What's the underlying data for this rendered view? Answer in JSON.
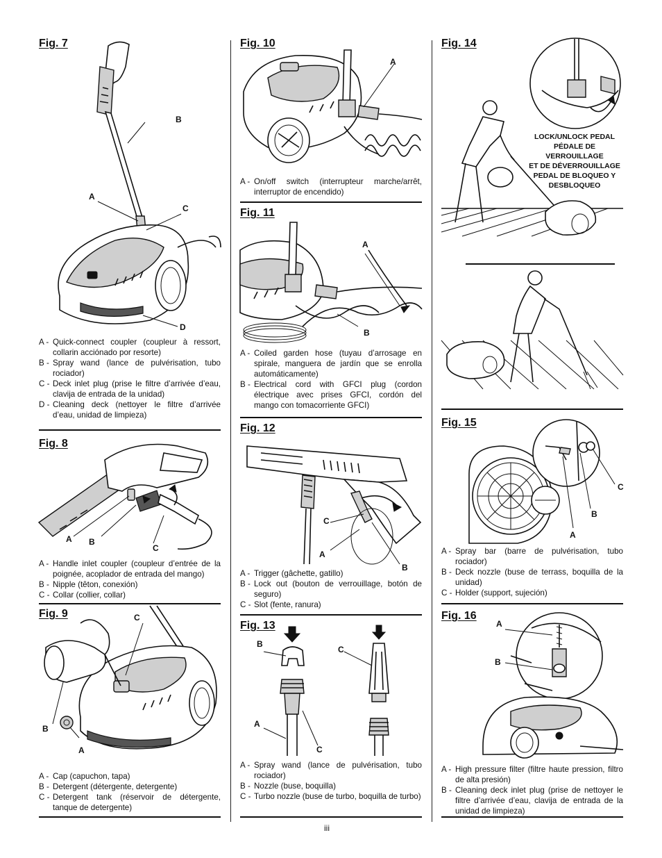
{
  "page_number": "iii",
  "fig7": {
    "title": "Fig. 7",
    "callouts": {
      "a": "A",
      "b": "B",
      "c": "C",
      "d": "D"
    },
    "captions": [
      {
        "key": "A -",
        "text": "Quick-connect coupler (coupleur à ressort, collarin acciónado por resorte)"
      },
      {
        "key": "B -",
        "text": "Spray wand (lance de pulvérisation, tubo rociador)"
      },
      {
        "key": "C -",
        "text": "Deck inlet plug (prise le filtre d’arrivée d’eau, clavija de entrada de la unidad)"
      },
      {
        "key": "D -",
        "text": "Cleaning deck (nettoyer le filtre d’arrivée d’eau, unidad de limpieza)"
      }
    ]
  },
  "fig8": {
    "title": "Fig. 8",
    "callouts": {
      "a": "A",
      "b": "B",
      "c": "C"
    },
    "captions": [
      {
        "key": "A -",
        "text": "Handle inlet coupler (coupleur d’entrée de la poignée, acoplador de entrada del mango)"
      },
      {
        "key": "B -",
        "text": "Nipple (têton, conexión)"
      },
      {
        "key": "C -",
        "text": "Collar (collier, collar)"
      }
    ]
  },
  "fig9": {
    "title": "Fig. 9",
    "callouts": {
      "a": "A",
      "b": "B",
      "c": "C"
    },
    "captions": [
      {
        "key": "A -",
        "text": "Cap (capuchon, tapa)"
      },
      {
        "key": "B -",
        "text": "Detergent (détergente, detergente)"
      },
      {
        "key": "C -",
        "text": "Detergent tank (réservoir de détergente, tanque de detergente)"
      }
    ]
  },
  "fig10": {
    "title": "Fig. 10",
    "callouts": {
      "a": "A"
    },
    "captions": [
      {
        "key": "A -",
        "text": "On/off switch (interrupteur marche/arrêt, interruptor de encendido)"
      }
    ]
  },
  "fig11": {
    "title": "Fig. 11",
    "callouts": {
      "a": "A",
      "b": "B"
    },
    "captions": [
      {
        "key": "A -",
        "text": "Coiled garden hose (tuyau d’arrosage en spirale, manguera de jardín que se enrolla automáticamente)"
      },
      {
        "key": "B -",
        "text": "Electrical cord with GFCI plug (cordon électrique avec prises GFCI, cordón del mango con tomacorriente GFCI)"
      }
    ]
  },
  "fig12": {
    "title": "Fig. 12",
    "callouts": {
      "a": "A",
      "b": "B",
      "c": "C"
    },
    "captions": [
      {
        "key": "A -",
        "text": "Trigger (gâchette, gatillo)"
      },
      {
        "key": "B -",
        "text": "Lock out (bouton de verrouillage, botón de seguro)"
      },
      {
        "key": "C -",
        "text": "Slot (fente, ranura)"
      }
    ]
  },
  "fig13": {
    "title": "Fig. 13",
    "callouts": {
      "a": "A",
      "b": "B",
      "c1": "C",
      "c2": "C"
    },
    "captions": [
      {
        "key": "A -",
        "text": "Spray wand (lance de pulvérisation, tubo rociador)"
      },
      {
        "key": "B -",
        "text": "Nozzle (buse, boquilla)"
      },
      {
        "key": "C -",
        "text": "Turbo nozzle (buse de turbo, boquilla de turbo)"
      }
    ]
  },
  "fig14": {
    "title": "Fig. 14",
    "pedal_label": [
      "LOCK/UNLOCK PEDAL",
      "PÉDALE DE VERROUILLAGE",
      "ET DE DÉVERROUILLAGE",
      "PEDAL DE BLOQUEO Y",
      "DESBLOQUEO"
    ]
  },
  "fig15": {
    "title": "Fig. 15",
    "callouts": {
      "a": "A",
      "b": "B",
      "c": "C"
    },
    "captions": [
      {
        "key": "A -",
        "text": "Spray bar (barre de pulvérisation, tubo rociador)"
      },
      {
        "key": "B -",
        "text": "Deck nozzle (buse de terrass, boquilla de la unidad)"
      },
      {
        "key": "C -",
        "text": "Holder (support, sujeción)"
      }
    ]
  },
  "fig16": {
    "title": "Fig. 16",
    "callouts": {
      "a": "A",
      "b": "B"
    },
    "captions": [
      {
        "key": "A -",
        "text": "High pressure filter (filtre haute pression, filtro de alta presión)"
      },
      {
        "key": "B -",
        "text": "Cleaning deck inlet plug (prise de nettoyer le filtre d’arrivée d’eau, clavija de entrada de la unidad de limpieza)"
      }
    ]
  }
}
